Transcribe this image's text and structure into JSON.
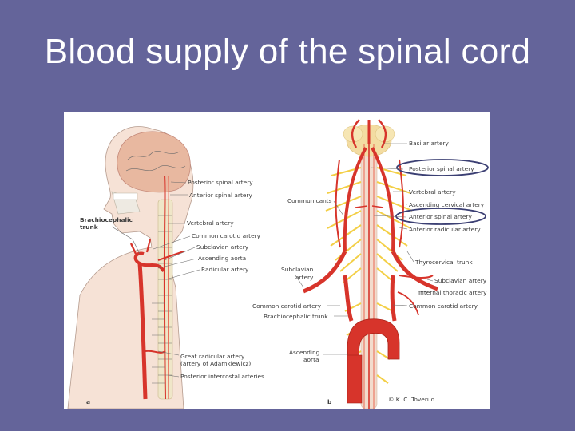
{
  "slide": {
    "title": "Blood supply of the spinal cord"
  },
  "figure": {
    "panel_a": {
      "letter": "a",
      "labels": {
        "posterior_spinal_artery": "Posterior spinal artery",
        "anterior_spinal_artery": "Anterior spinal artery",
        "brachiocephalic_trunk_line1": "Brachiocephalic",
        "brachiocephalic_trunk_line2": "trunk",
        "vertebral_artery": "Vertebral artery",
        "common_carotid_artery": "Common carotid artery",
        "subclavian_artery": "Subclavian artery",
        "ascending_aorta": "Ascending aorta",
        "radicular_artery": "Radicular artery",
        "great_radicular_line1": "Great radicular artery",
        "great_radicular_line2": "(artery of Adamkiewicz)",
        "posterior_intercostal": "Posterior intercostal arteries"
      }
    },
    "panel_b": {
      "letter": "b",
      "labels": {
        "basilar_artery": "Basilar artery",
        "posterior_spinal_artery": "Posterior spinal artery",
        "communicants": "Communicants",
        "vertebral_artery": "Vertebral artery",
        "ascending_cervical_artery": "Ascending cervical artery",
        "anterior_spinal_artery": "Anterior spinal artery",
        "anterior_radicular_artery": "Anterior radicular artery",
        "thyrocervical_trunk": "Thyrocervical trunk",
        "subclavian_left_line1": "Subclavian",
        "subclavian_left_line2": "artery",
        "subclavian_artery": "Subclavian artery",
        "internal_thoracic_artery": "Internal thoracic artery",
        "common_carotid_left": "Common carotid artery",
        "common_carotid_right": "Common carotid artery",
        "brachiocephalic_trunk": "Brachiocephalic trunk",
        "ascending_aorta_line1": "Ascending",
        "ascending_aorta_line2": "aorta",
        "copyright": "© K. C. Toverud"
      }
    },
    "colors": {
      "artery": "#d7342b",
      "nerve": "#f3cf46",
      "skin": "#f6e2d6",
      "brain": "#e8b8a0",
      "highlight_ring": "#3b3f73"
    }
  }
}
